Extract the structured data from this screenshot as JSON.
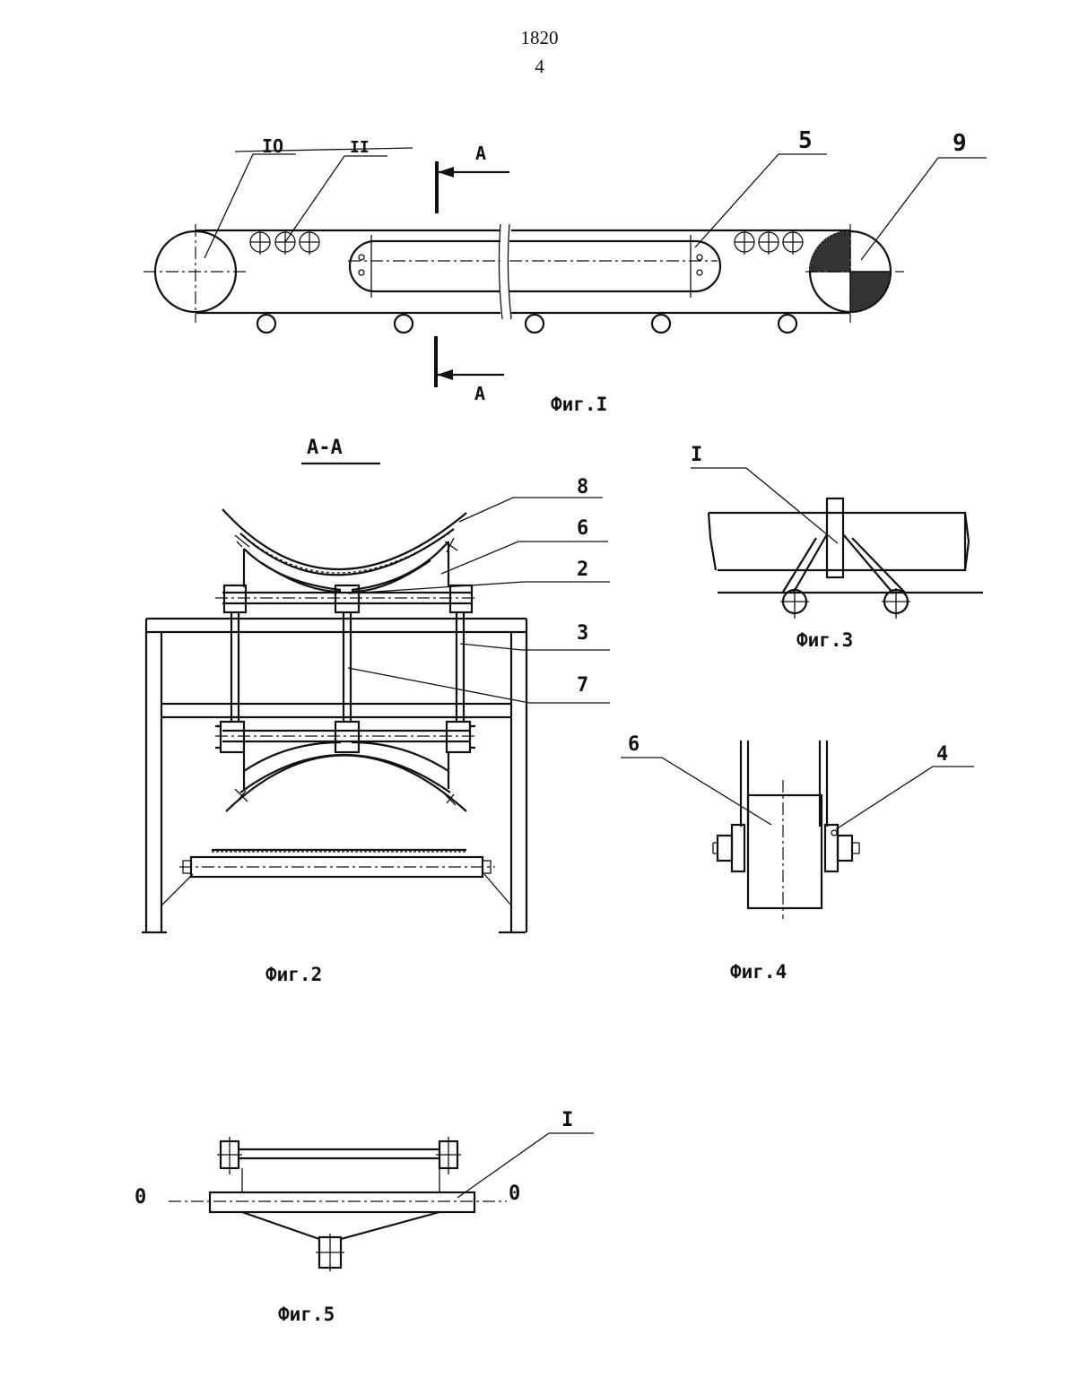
{
  "header": {
    "patent_number": "1820",
    "page_number": "4"
  },
  "fig1": {
    "caption": "Фиг.I",
    "labels": {
      "ten": "IO",
      "eleven": "II",
      "five": "5",
      "nine": "9"
    },
    "section_top": "A",
    "section_bottom": "A"
  },
  "fig2": {
    "section_title": "A-A",
    "caption": "Фиг.2",
    "labels": {
      "eight": "8",
      "six": "6",
      "two": "2",
      "three": "3",
      "seven": "7"
    }
  },
  "fig3": {
    "caption": "Фиг.3",
    "labels": {
      "one": "I"
    }
  },
  "fig4": {
    "caption": "Фиг.4",
    "labels": {
      "six": "6",
      "four": "4"
    }
  },
  "fig5": {
    "caption": "Фиг.5",
    "labels": {
      "one": "I",
      "axis_left": "0",
      "axis_right": "0"
    }
  }
}
